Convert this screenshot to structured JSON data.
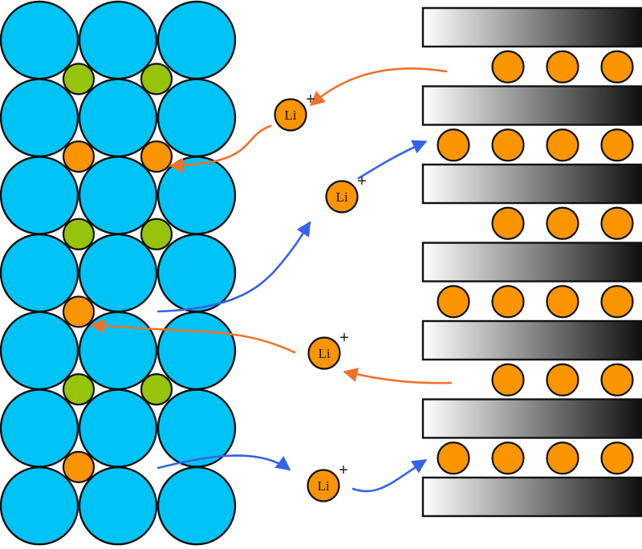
{
  "title": "Lithium-ion intercalation between cathode lattice and graphite anode layers",
  "colors": {
    "lattice_atom": "#00C3F5",
    "green_site": "#95C40A",
    "lithium": "#FA9500",
    "orange_arrow": "#F0712A",
    "blue_arrow": "#3563E8",
    "outline": "#111111",
    "graphite_light": "#ffffff",
    "graphite_dark": "#000000"
  },
  "cathode": {
    "columns": 3,
    "rows": 7,
    "interstitial_sites": [
      {
        "row_gap": 0,
        "col_gap": 0,
        "type": "green"
      },
      {
        "row_gap": 0,
        "col_gap": 1,
        "type": "green"
      },
      {
        "row_gap": 1,
        "col_gap": 0,
        "type": "lithium"
      },
      {
        "row_gap": 1,
        "col_gap": 1,
        "type": "lithium"
      },
      {
        "row_gap": 2,
        "col_gap": 0,
        "type": "green"
      },
      {
        "row_gap": 2,
        "col_gap": 1,
        "type": "green"
      },
      {
        "row_gap": 3,
        "col_gap": 0,
        "type": "lithium"
      },
      {
        "row_gap": 4,
        "col_gap": 0,
        "type": "green"
      },
      {
        "row_gap": 4,
        "col_gap": 1,
        "type": "green"
      },
      {
        "row_gap": 5,
        "col_gap": 0,
        "type": "lithium"
      }
    ]
  },
  "anode": {
    "graphite_layers": 7,
    "intercalated_rows": [
      {
        "gap": 0,
        "count": 3
      },
      {
        "gap": 1,
        "count": 4
      },
      {
        "gap": 2,
        "count": 3
      },
      {
        "gap": 3,
        "count": 4
      },
      {
        "gap": 4,
        "count": 3
      },
      {
        "gap": 5,
        "count": 4
      }
    ]
  },
  "ions": [
    {
      "label": "Li",
      "charge": "+"
    },
    {
      "label": "Li",
      "charge": "+"
    },
    {
      "label": "Li",
      "charge": "+"
    },
    {
      "label": "Li",
      "charge": "+"
    }
  ],
  "arrows": [
    {
      "name": "anode-to-ion-1",
      "color": "orange",
      "direction": "to cathode"
    },
    {
      "name": "ion-1-to-cathode",
      "color": "orange",
      "direction": "to cathode"
    },
    {
      "name": "cathode-to-ion-2",
      "color": "blue",
      "direction": "to anode"
    },
    {
      "name": "ion-2-to-anode",
      "color": "blue",
      "direction": "to anode"
    },
    {
      "name": "anode-to-ion-3",
      "color": "orange",
      "direction": "to cathode"
    },
    {
      "name": "ion-3-to-cathode",
      "color": "orange",
      "direction": "to cathode"
    },
    {
      "name": "cathode-to-ion-4",
      "color": "blue",
      "direction": "to anode"
    },
    {
      "name": "ion-4-to-anode",
      "color": "blue",
      "direction": "to anode"
    }
  ]
}
